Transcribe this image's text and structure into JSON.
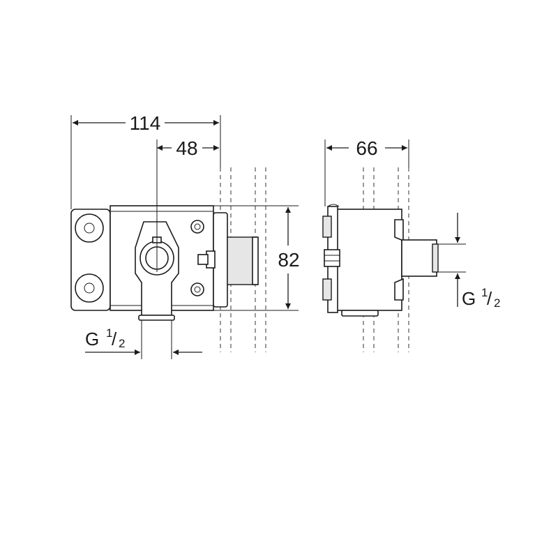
{
  "dimensions": {
    "width_total": "114",
    "width_offset": "48",
    "height": "82",
    "depth": "66"
  },
  "threads": {
    "front_outlet": {
      "base": "G",
      "numerator": "1",
      "denominator": "2"
    },
    "side_outlet": {
      "base": "G",
      "numerator": "1",
      "denominator": "2"
    }
  },
  "colors": {
    "line": "#1a1a1a",
    "shade": "#e6e6e6",
    "background": "#ffffff"
  }
}
